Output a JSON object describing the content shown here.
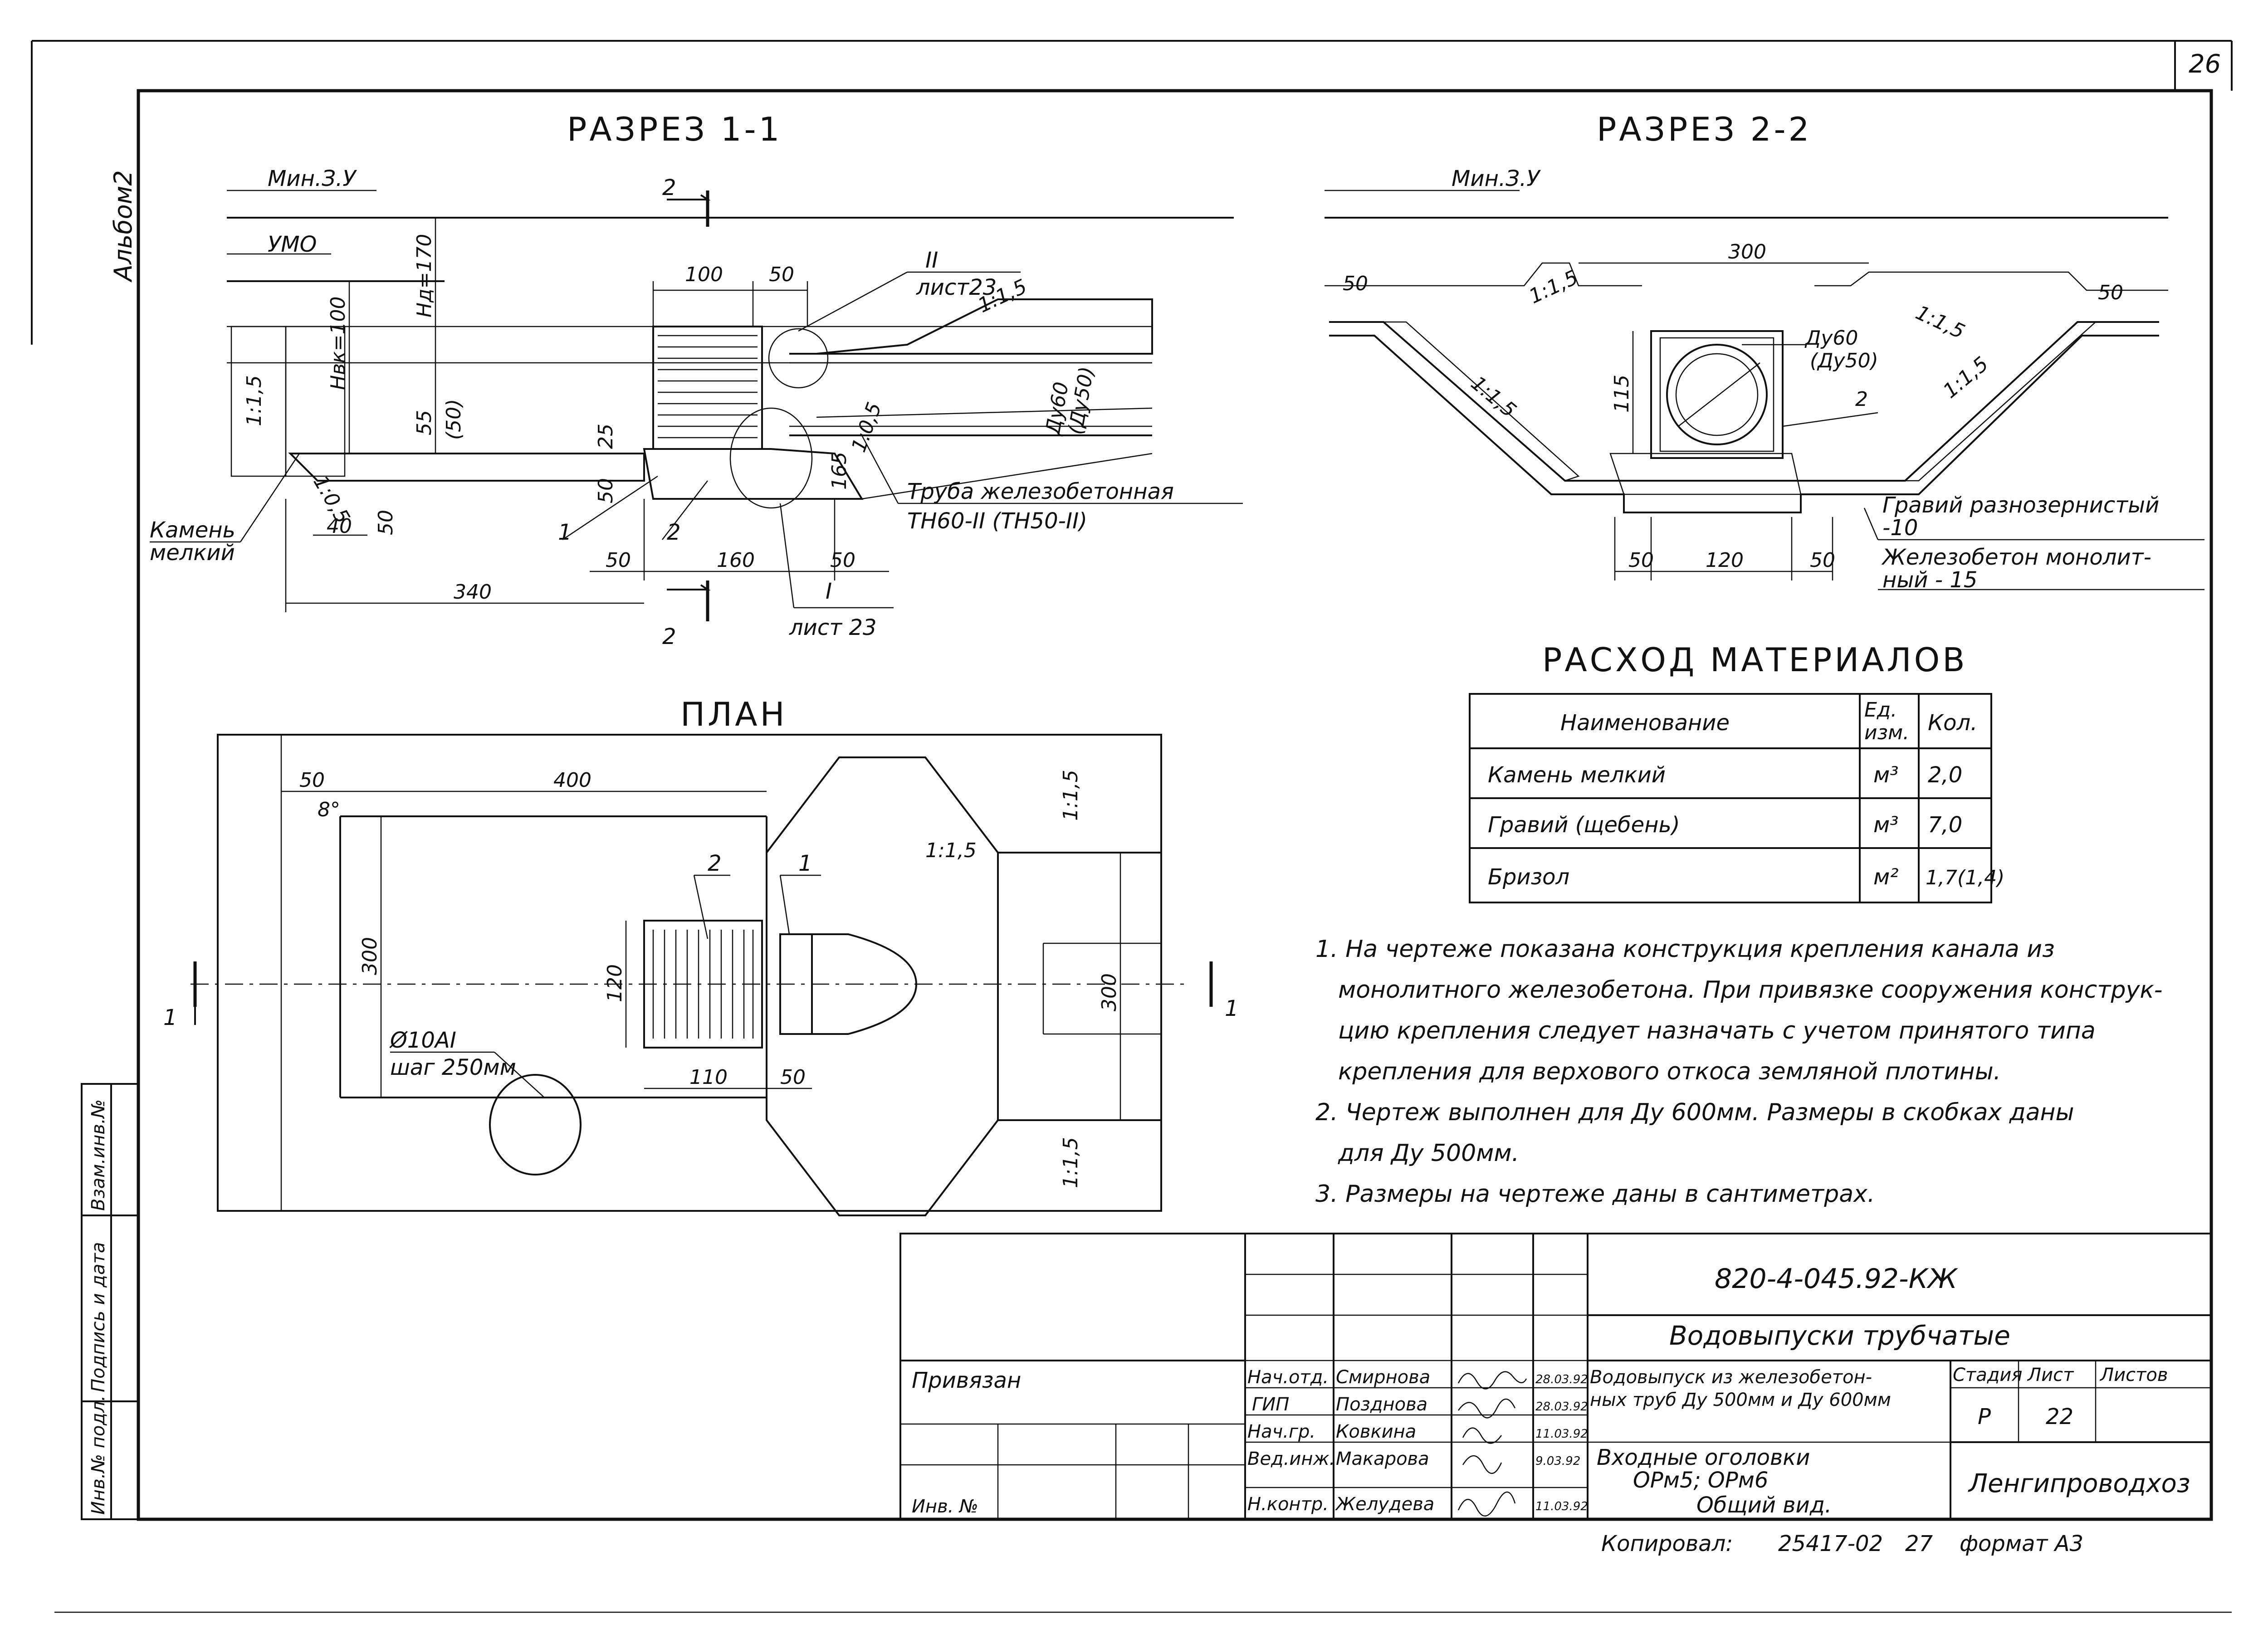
{
  "sheet_number": "26",
  "album": "Альбом2",
  "sections": {
    "s11": {
      "title": "РАЗРЕЗ 1-1",
      "min_level": "Мин.З.У",
      "umo": "УМО",
      "section_mark": "2",
      "dims": {
        "d100": "100",
        "d50a": "50",
        "hd": "Нд=170",
        "hvk": "Нвк=100",
        "d55": "55",
        "d50p": "(50)",
        "d25": "25",
        "d50b": "50",
        "d165": "165",
        "d40": "40",
        "d50c": "50",
        "d50d": "50",
        "d160": "160",
        "d50e": "50",
        "d340": "340",
        "slope1": "1:1,5",
        "slope2": "1:1,5",
        "slope3": "1:0,5",
        "slope4": "1:0,5",
        "dy60": "Ду60",
        "dy50": "(Ду50)"
      },
      "callouts": {
        "c2_top": "II",
        "c2_sheet": "лист23",
        "c1_bot": "I",
        "c1_sheet": "лист 23",
        "n1": "1",
        "n2": "2"
      },
      "stone_label_1": "Камень",
      "stone_label_2": "мелкий",
      "pipe_label_1": "Труба железобетонная",
      "pipe_label_2": "ТН60-II (ТН50-II)"
    },
    "s22": {
      "title": "РАЗРЕЗ 2-2",
      "min_level": "Мин.З.У",
      "dims": {
        "d300": "300",
        "d50l": "50",
        "d50r": "50",
        "d115": "115",
        "d50b": "50",
        "d120": "120",
        "d50c": "50",
        "slope1": "1:1,5",
        "slope2": "1:1,5",
        "slope3": "1:1,5",
        "slope4": "1:1,5"
      },
      "dy60": "Ду60",
      "dy50": "(Ду50)",
      "n2": "2",
      "gravel_1": "Гравий разнозернистый",
      "gravel_2": "-10",
      "concrete_1": "Железобетон монолит-",
      "concrete_2": "ный - 15"
    },
    "plan": {
      "title": "ПЛАН",
      "dims": {
        "d50": "50",
        "d400": "400",
        "d8": "8°",
        "d300l": "300",
        "d120": "120",
        "d300r": "300",
        "d110": "110",
        "d50b": "50",
        "slope1": "1:1,5",
        "slope2": "1:1,5",
        "slope3": "1:1,5"
      },
      "n1": "1",
      "n2": "2",
      "sect_l": "1",
      "sect_r": "1",
      "rebar_1": "Ø10АI",
      "rebar_2": "шаг 250мм"
    }
  },
  "materials": {
    "title": "РАСХОД МАТЕРИАЛОВ",
    "headers": {
      "name": "Наименование",
      "unit_1": "Ед.",
      "unit_2": "изм.",
      "qty": "Кол."
    },
    "rows": [
      {
        "name": "Камень мелкий",
        "unit": "м³",
        "qty": "2,0"
      },
      {
        "name": "Гравий (щебень)",
        "unit": "м³",
        "qty": "7,0"
      },
      {
        "name": "Бризол",
        "unit": "м²",
        "qty": "1,7(1,4)"
      }
    ]
  },
  "notes": [
    "1. На чертеже показана конструкция крепления канала из",
    "монолитного железобетона. При привязке сооружения конструк-",
    "цию крепления следует назначать с учетом принятого типа",
    "крепления для верхового откоса земляной плотины.",
    "2. Чертеж выполнен для Ду 600мм. Размеры в скобках даны",
    "для Ду 500мм.",
    "3. Размеры на чертеже даны в сантиметрах."
  ],
  "side_stamp": {
    "inv": "Инв.№ подл.",
    "sign": "Подпись и дата",
    "vzam": "Взам.инв.№"
  },
  "title_block": {
    "code": "820-4-045.92-КЖ",
    "project": "Водовыпуски трубчатые",
    "privyazan": "Привязан",
    "inv": "Инв. №",
    "desc_1": "Водовыпуск из железобетон-",
    "desc_2": "ных труб Ду 500мм и Ду 600мм",
    "sheet_1": "Входные оголовки",
    "sheet_2": "ОРм5; ОРм6",
    "sheet_3": "Общий вид.",
    "stage_h": "Стадия",
    "list_h": "Лист",
    "lists_h": "Листов",
    "stage": "Р",
    "list": "22",
    "org": "Ленгипроводхоз",
    "people": [
      {
        "role": "Нач.отд.",
        "name": "Смирнова",
        "date": "28.03.92"
      },
      {
        "role": "ГИП",
        "name": "Позднова",
        "date": "28.03.92"
      },
      {
        "role": "Нач.гр.",
        "name": "Ковкина",
        "date": "11.03.92"
      },
      {
        "role": "Вед.инж.",
        "name": "Макарова",
        "date": "9.03.92"
      },
      {
        "role": "Н.контр.",
        "name": "Желудева",
        "date": "11.03.92"
      }
    ],
    "copy": "Копировал:",
    "copy_num": "25417-02",
    "copy_27": "27",
    "format": "формат А3"
  }
}
